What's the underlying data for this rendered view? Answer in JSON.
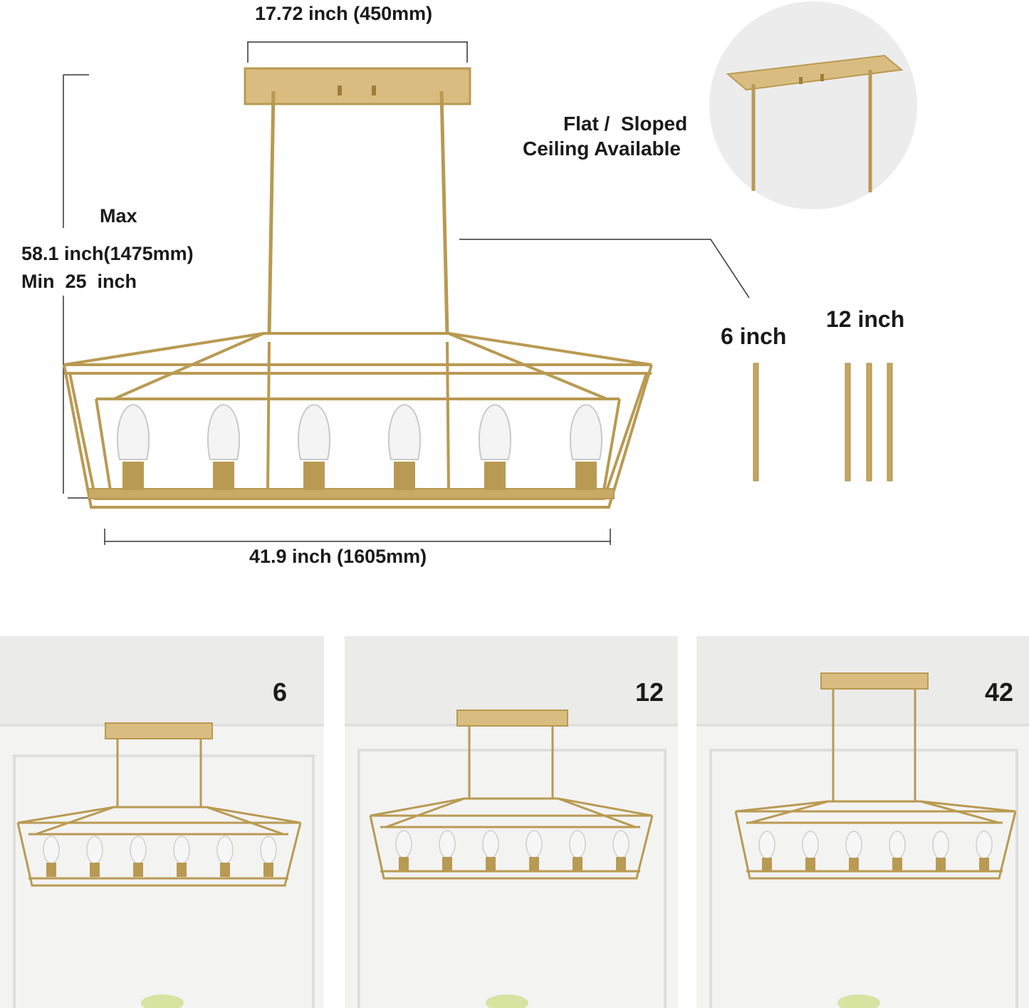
{
  "dimensions": {
    "canopy_width": "17.72 inch (450mm)",
    "overall_width": "41.9 inch (1605mm)",
    "height_max_label": "Max",
    "height_max_value": "58.1 inch(1475mm)",
    "height_min": "Min  25  inch"
  },
  "ceiling_note": {
    "line1": "Flat /  Sloped",
    "line2": "Ceiling Available"
  },
  "rods": {
    "short_label": "6 inch",
    "long_label": "12 inch"
  },
  "panels": [
    {
      "label": "6"
    },
    {
      "label": "12"
    },
    {
      "label": "42"
    }
  ],
  "colors": {
    "brass": "#b99a52",
    "brass_dark": "#9c7e3c",
    "wall": "#f3f3f2",
    "ceiling": "#ebebe9"
  }
}
